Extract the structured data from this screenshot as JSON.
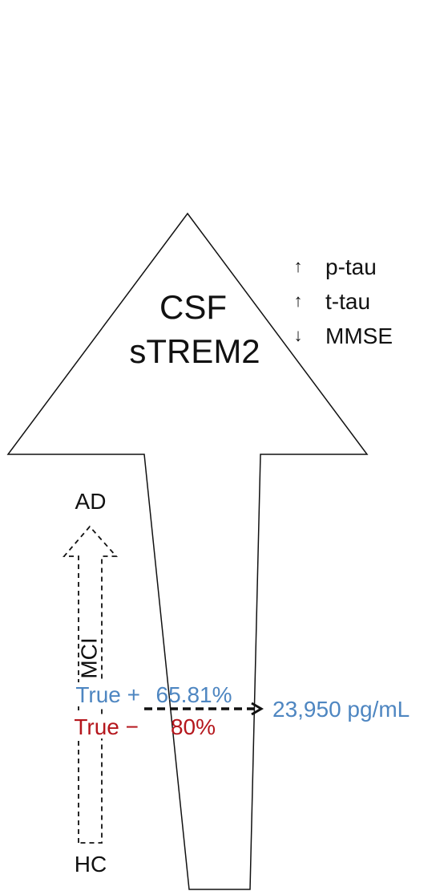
{
  "center": {
    "line1": "CSF",
    "line2": "sTREM2"
  },
  "effects": [
    {
      "arrow": "↑",
      "label": "p-tau"
    },
    {
      "arrow": "↑",
      "label": "t-tau"
    },
    {
      "arrow": "↓",
      "label": "MMSE"
    }
  ],
  "stages": {
    "top": "AD",
    "middle": "MCI",
    "bottom": "HC"
  },
  "diagnostics": {
    "positive_label": "True +",
    "positive_value": "65.81%",
    "negative_label": "True −",
    "negative_value": "80%",
    "cutoff": "23,950 pg/mL"
  },
  "colors": {
    "blue": "#4e86c1",
    "red": "#b5171d",
    "black": "#111111"
  },
  "icons": {
    "crowd": [
      "person-standing-icon",
      "elderly-cane-icon",
      "elderly-cane-icon",
      "person-standing-icon",
      "person-standing-icon",
      "elderly-cane-icon",
      "person-standing-icon",
      "person-standing-icon",
      "person-standing-icon"
    ],
    "progression": [
      "elderly-cane-icon",
      "person-standing-icon",
      "child-balloon-icon"
    ]
  }
}
